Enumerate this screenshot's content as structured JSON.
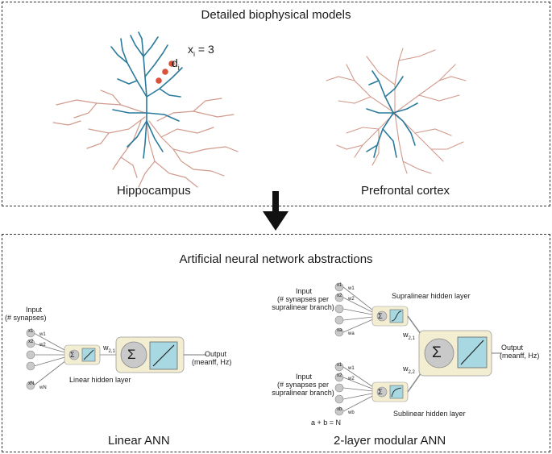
{
  "top_panel": {
    "title": "Detailed biophysical models",
    "neuron_left_caption": "Hippocampus",
    "neuron_right_caption": "Prefrontal cortex",
    "annotation_x": "x",
    "annotation_x_sub": "i",
    "annotation_x_eq": "= 3",
    "annotation_d": "d",
    "annotation_d_sub": "i"
  },
  "bottom_panel": {
    "title": "Artificial neural network abstractions",
    "linear": {
      "caption": "Linear ANN",
      "input_label_1": "Input",
      "input_label_2": "(# synapses)",
      "hidden_label": "Linear hidden layer",
      "output_label_1": "Output",
      "output_label_2": "(meanff, Hz)",
      "weight_hidden_out": "w",
      "weight_hidden_out_sub": "2,1",
      "inputs": [
        "x1",
        "x2",
        "",
        "",
        "xN"
      ],
      "weights": [
        "w1",
        "w2",
        "",
        "",
        "wN"
      ]
    },
    "modular": {
      "caption": "2-layer modular ANN",
      "input_top_1": "Input",
      "input_top_2": "(# synapses per",
      "input_top_3": "supralinear branch)",
      "input_bottom_1": "Input",
      "input_bottom_2": "(# synapses per",
      "input_bottom_3": "supralinear branch)",
      "supra_label": "Supralinear hidden layer",
      "sub_label": "Sublinear hidden layer",
      "w21": "w",
      "w21_sub": "2,1",
      "w22": "w",
      "w22_sub": "2,2",
      "constraint": "a + b = N",
      "output_label_1": "Output",
      "output_label_2": "(meanff, Hz)",
      "inputs_top": [
        "x1",
        "x2",
        "",
        "",
        "xa"
      ],
      "weights_top": [
        "w1",
        "w2",
        "",
        "",
        "wa"
      ],
      "inputs_bottom": [
        "x1",
        "x2",
        "",
        "",
        "xb"
      ],
      "weights_bottom": [
        "w1",
        "w2",
        "",
        "",
        "wb"
      ]
    },
    "sigma": "Σ"
  },
  "colors": {
    "dendrite_blue": "#2b7a9c",
    "dendrite_pink": "#d19a8c",
    "synapse_red": "#d9533a",
    "unit_box": "#f3eed2",
    "activation_box": "#a8d8e2",
    "node_gray": "#c9c9c9"
  }
}
